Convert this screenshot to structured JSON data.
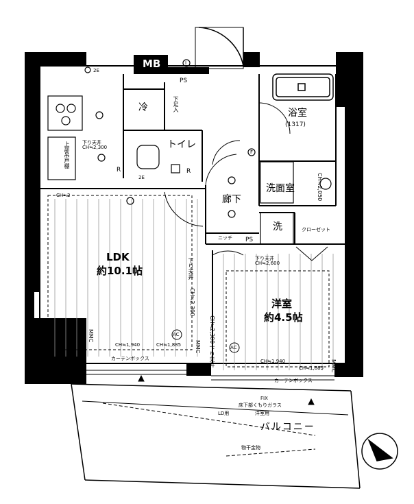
{
  "labels": {
    "mb": "MB",
    "ps_top": "PS",
    "reizo": "冷",
    "shitasoku": "下足入",
    "toire": "トイレ",
    "yokushitsu": "浴室",
    "yokushitsu_size": "(1317)",
    "senmenshitsu": "洗面室",
    "sen": "洗",
    "closet": "クローゼット",
    "roka": "廊下",
    "nicchi": "ニッチ",
    "ps_mid": "PS",
    "ldk": "LDK",
    "ldk_size": "約10.1帖",
    "yoshitsu": "洋室",
    "yoshitsu_size": "約4.5帖",
    "balcony": "バルコニー",
    "fix": "FIX",
    "fix_glass": "床下部くもりガラス",
    "yokenyo": "洋室用",
    "ld_yo": "LD用",
    "monohoshi": "物干金物",
    "curtain_box_1": "カーテンボックス",
    "curtain_box_2": "カーテンボックス",
    "ch_kitchen": "下り天井\nCH≒2,300",
    "ch_2": "CH≒2",
    "ch_yoshitsu_top": "下り天井\nCH≒2,600",
    "ch_ldk_1": "CH≒1,940",
    "ch_ldk_2": "CH≒1,885",
    "ch_yo_1": "CH≒1,940",
    "ch_yo_2": "CH≒1,885",
    "ch_vert_ldk": "CH≒2,300",
    "ch_vert_yo": "CH≒2,300 下り天井",
    "ch_bath": "CH≒2,050",
    "ac_1": "AC",
    "ac_2": "AC",
    "mmc_1": "MMC",
    "mmc_2": "MMC",
    "mmc_3": "MMC",
    "r_1": "R",
    "r_2": "R",
    "e2_1": "2E",
    "e2_2": "2E",
    "i_mark": "I",
    "f_mark": "F",
    "kaiten": "上部吊戸棚",
    "shitaten_vert": "下り天井"
  }
}
